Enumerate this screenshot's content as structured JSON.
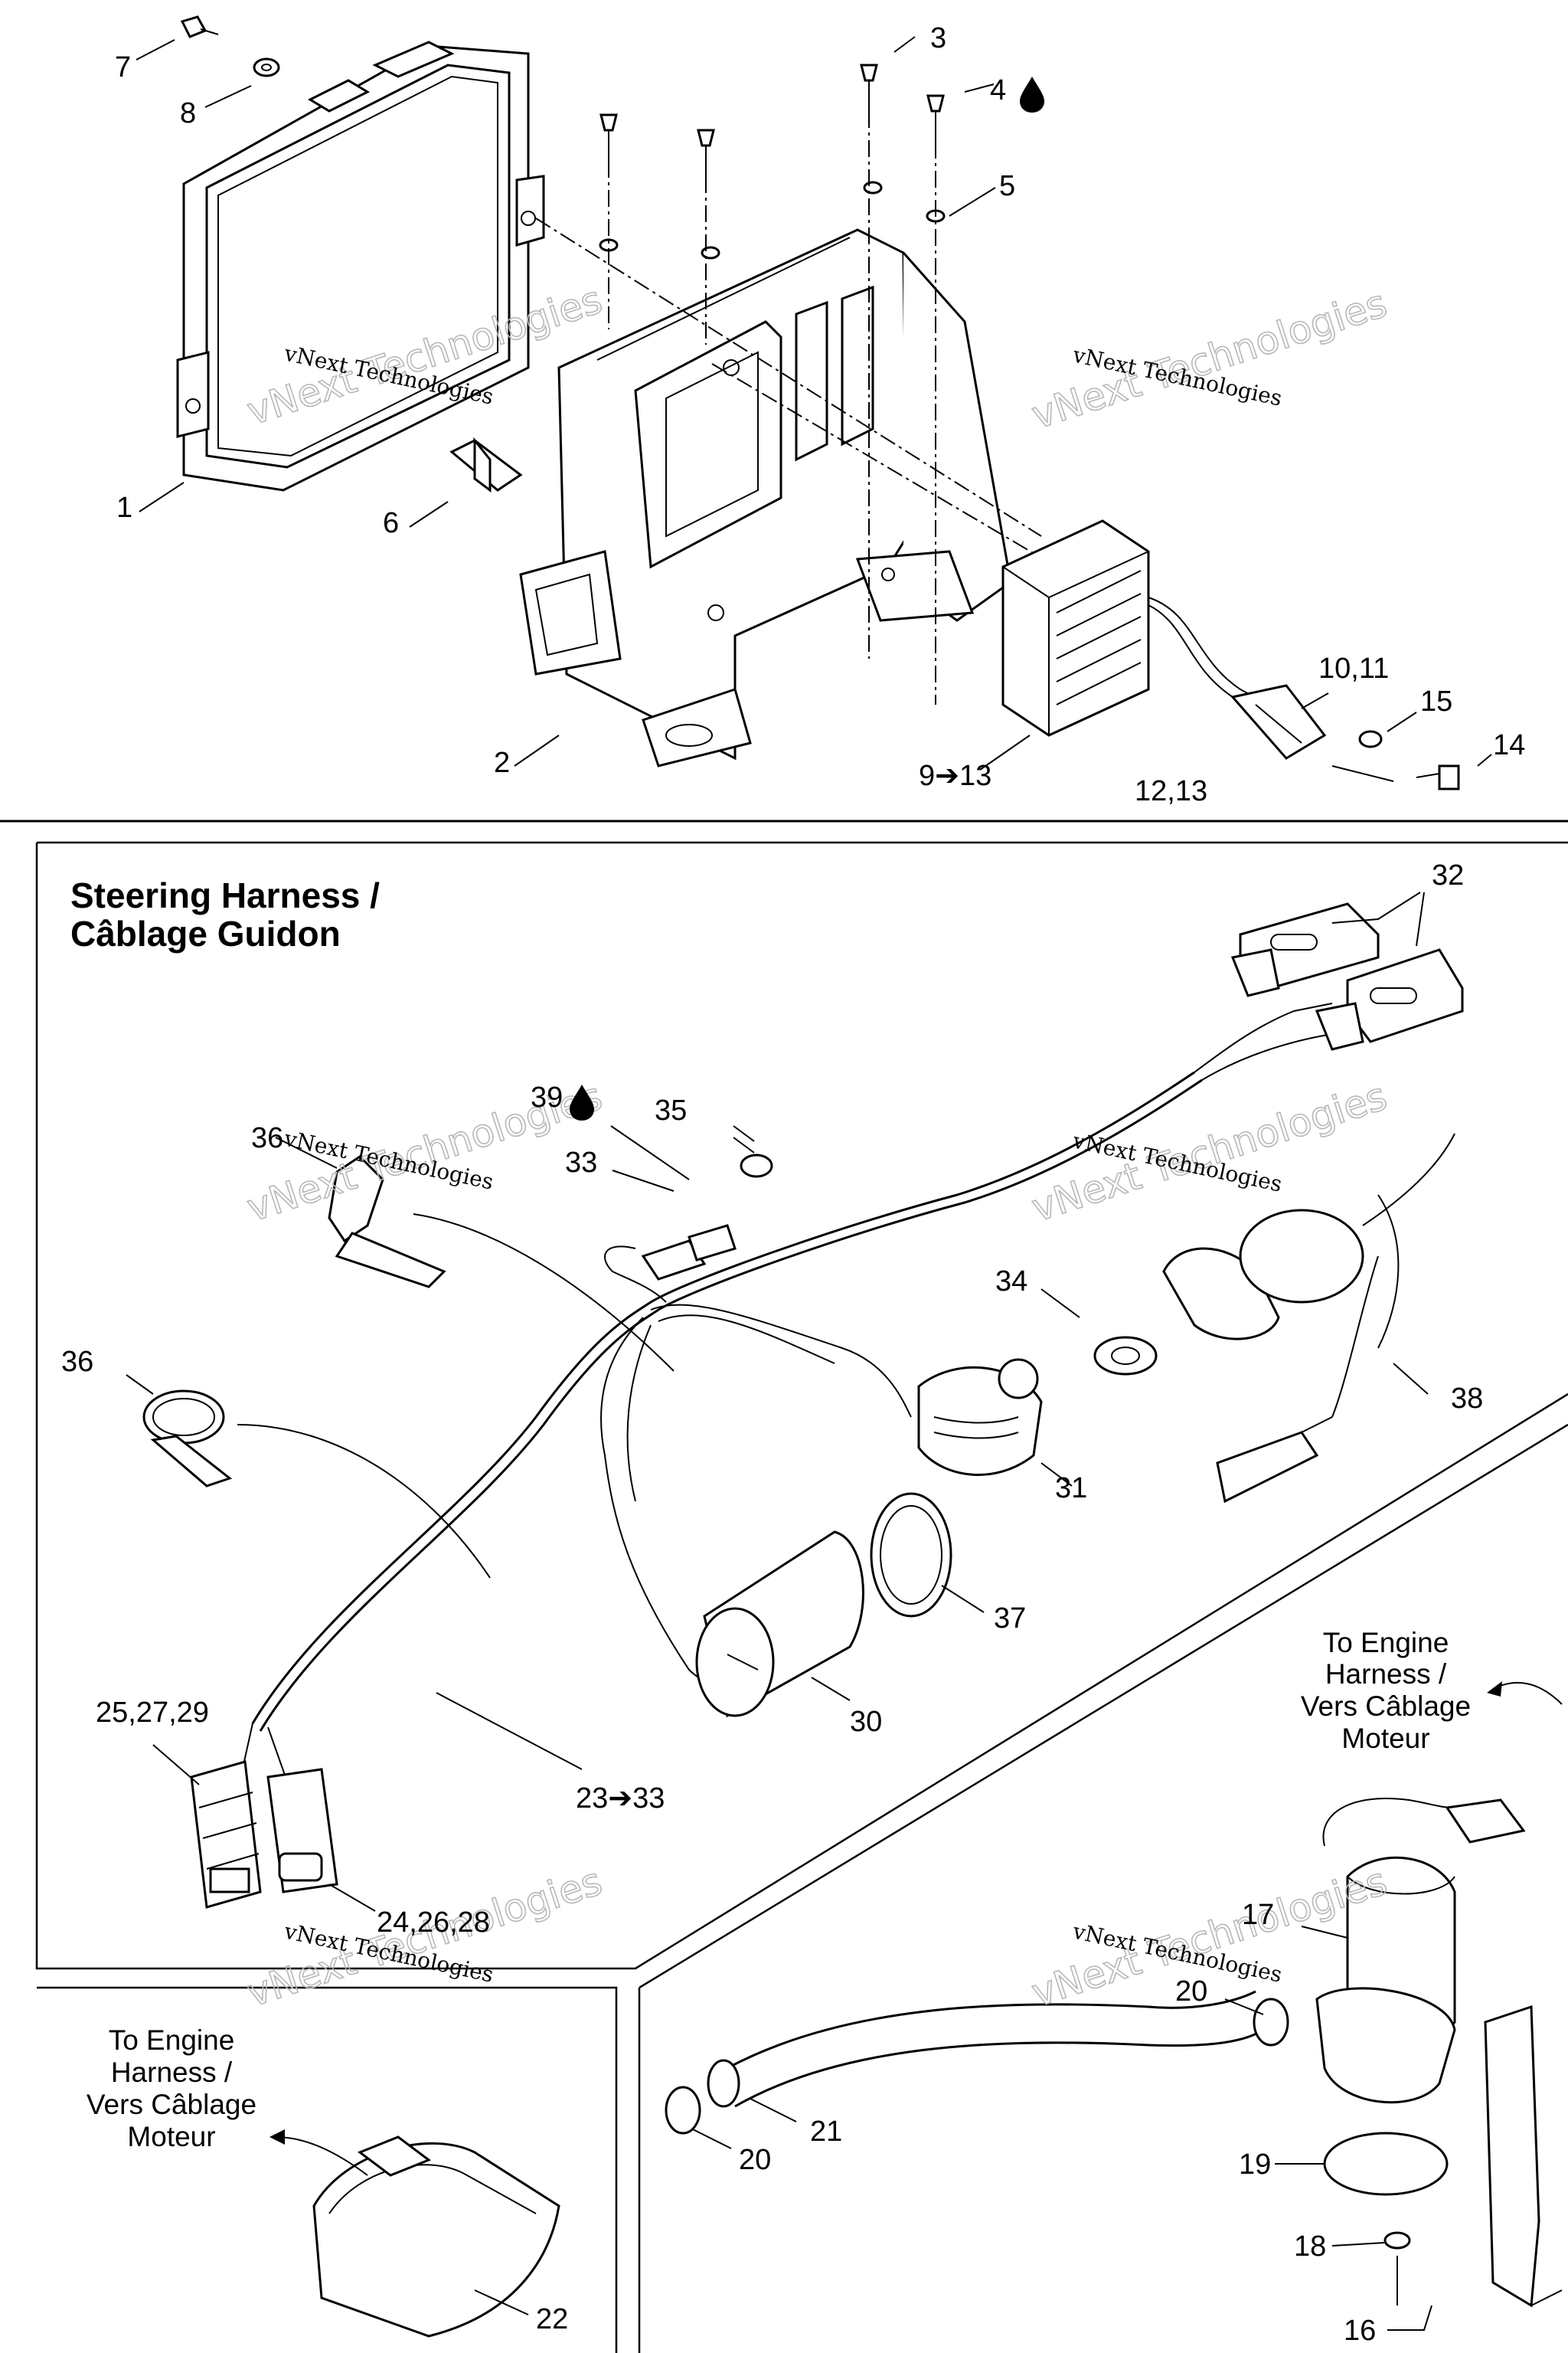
{
  "sections": {
    "steering_title_line1": "Steering Harness /",
    "steering_title_line2": "Câblage Guidon"
  },
  "notes": {
    "engine_right": [
      "To Engine",
      "Harness /",
      "Vers Câblage",
      "Moteur"
    ],
    "engine_left": [
      "To Engine",
      "Harness /",
      "Vers Câblage",
      "Moteur"
    ]
  },
  "callouts": {
    "c1": "1",
    "c2": "2",
    "c3": "3",
    "c4": "4",
    "c5": "5",
    "c6": "6",
    "c7": "7",
    "c8": "8",
    "c9_13": "9➔13",
    "c10_11": "10,11",
    "c12_13": "12,13",
    "c14": "14",
    "c15": "15",
    "c16": "16",
    "c17": "17",
    "c18": "18",
    "c19": "19",
    "c20a": "20",
    "c20b": "20",
    "c21": "21",
    "c22": "22",
    "c23_33": "23➔33",
    "c24_26_28": "24,26,28",
    "c25_27_29": "25,27,29",
    "c30": "30",
    "c31": "31",
    "c32": "32",
    "c33": "33",
    "c34": "34",
    "c35": "35",
    "c36a": "36",
    "c36b": "36",
    "c37": "37",
    "c38": "38",
    "c39": "39"
  },
  "watermark": {
    "small": "vNext Technologies",
    "big": "vNext Technologies"
  },
  "icons": {
    "adhesive": "drop-icon"
  }
}
